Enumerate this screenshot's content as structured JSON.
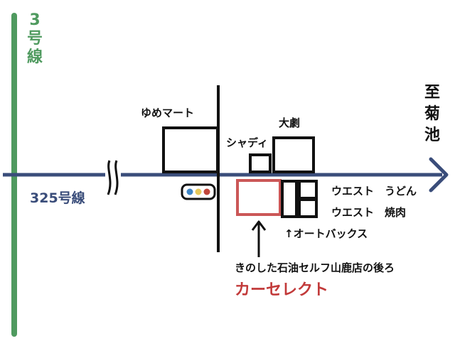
{
  "map": {
    "route_vertical": {
      "chars": [
        "3",
        "号",
        "線"
      ],
      "color": "#4f9a5f"
    },
    "route_main": {
      "label": "325号線",
      "color": "#3a4d7a"
    },
    "destination": {
      "chars": [
        "至",
        "菊",
        "池"
      ]
    },
    "landmarks": {
      "yume_mart": "ゆめマート",
      "shadi": "シャディ",
      "daigeki": "大劇",
      "west_udon": "ウエスト　うどん",
      "west_yakiniku": "ウエスト　焼肉",
      "autobacs": "↑オートバックス",
      "gas_station_note": "きのした石油セルフ山鹿店の後ろ"
    },
    "target": {
      "label": "カーセレクト",
      "color": "#c23a3a"
    },
    "traffic_light_colors": [
      "#3f86c6",
      "#e6c85a",
      "#c0463b"
    ]
  }
}
